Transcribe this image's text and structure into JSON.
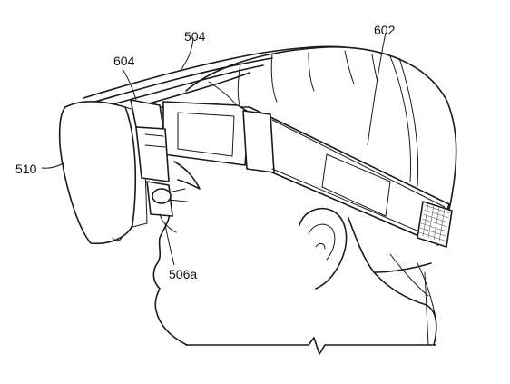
{
  "figure": {
    "reference_labels": {
      "strap": "504",
      "head_cover": "602",
      "connector": "604",
      "visor": "510",
      "nose_pad": "506a"
    }
  },
  "colors": {
    "line": "#1a1a1a",
    "background": "#ffffff"
  }
}
